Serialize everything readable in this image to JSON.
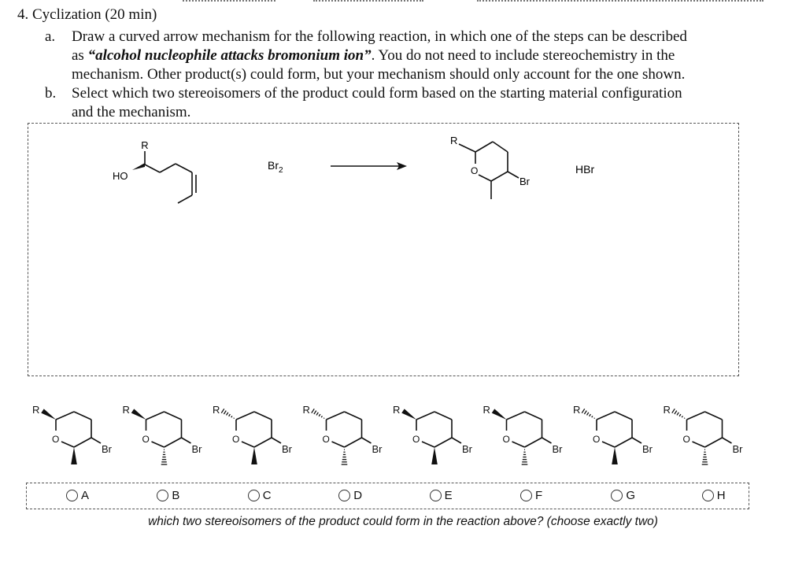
{
  "question": {
    "title": "4. Cyclization (20 min)",
    "part_a": {
      "letter": "a.",
      "line1": "Draw a curved arrow mechanism for the following reaction, in which one of the steps can be described",
      "line2_prefix": "as ",
      "line2_emph": "“alcohol nucleophile attacks bromonium ion”",
      "line2_suffix": ". You do not need to include stereochemistry in the",
      "line3": "mechanism. Other product(s) could form, but your mechanism should only account for the one shown."
    },
    "part_b": {
      "letter": "b.",
      "line1": "Select which two stereoisomers of the product could form based on the starting material configuration",
      "line2": "and the mechanism."
    }
  },
  "reaction": {
    "sm_r": "R",
    "sm_ho": "HO",
    "reagent": "Br",
    "reagent_sub": "2",
    "prod_r": "R",
    "prod_o": "O",
    "prod_br": "Br",
    "byproduct": "HBr"
  },
  "structure_labels": {
    "r": "R",
    "o": "O",
    "br": "Br"
  },
  "choices": [
    {
      "label": "A",
      "c2": "wedge",
      "c3": "wedge"
    },
    {
      "label": "B",
      "c2": "wedge",
      "c3": "hash"
    },
    {
      "label": "C",
      "c2": "hash",
      "c3": "wedge"
    },
    {
      "label": "D",
      "c2": "hash",
      "c3": "hash"
    },
    {
      "label": "E",
      "c2": "wedge",
      "c3": "wedge"
    },
    {
      "label": "F",
      "c2": "wedge",
      "c3": "hash"
    },
    {
      "label": "G",
      "c2": "hash",
      "c3": "wedge"
    },
    {
      "label": "H",
      "c2": "hash",
      "c3": "hash"
    }
  ],
  "prompt": "which two stereoisomers of the product could form in the reaction above? (choose exactly two)"
}
